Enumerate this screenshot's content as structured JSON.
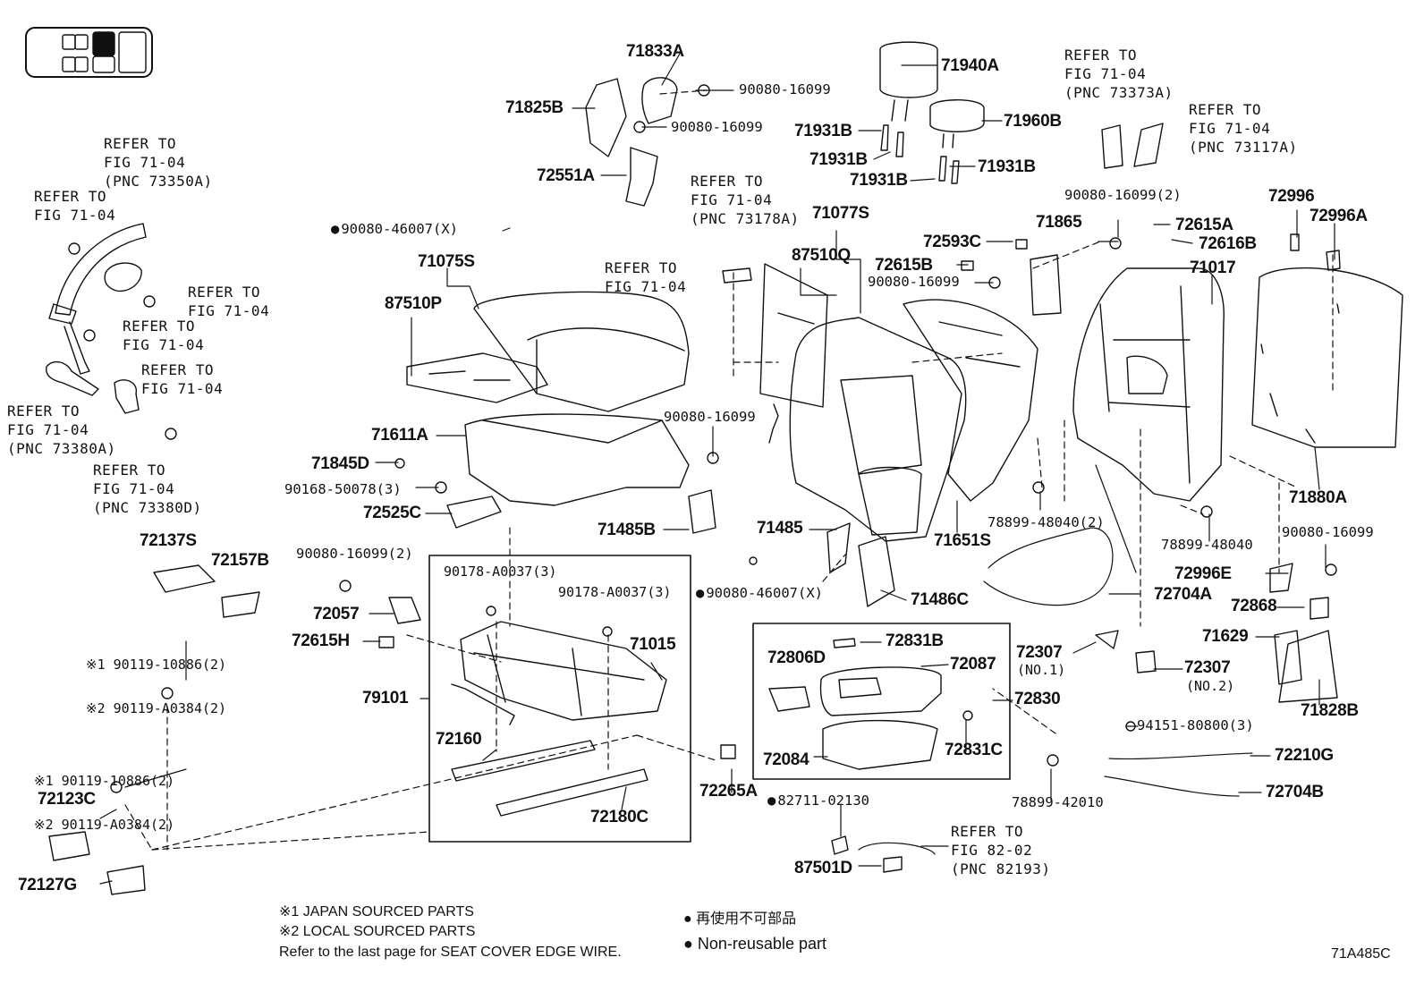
{
  "diagram": {
    "code": "71A485C",
    "callouts": [
      {
        "id": "c1",
        "text": "71833A",
        "pn": true
      },
      {
        "id": "c2",
        "text": "90080-16099"
      },
      {
        "id": "c3",
        "text": "71825B",
        "pn": true
      },
      {
        "id": "c4",
        "text": "90080-16099"
      },
      {
        "id": "c5",
        "text": "72551A",
        "pn": true
      },
      {
        "id": "c6",
        "text": "71940A",
        "pn": true
      },
      {
        "id": "c7",
        "text": "71960B",
        "pn": true
      },
      {
        "id": "c8",
        "text": "71931B",
        "pn": true
      },
      {
        "id": "c9",
        "text": "71931B",
        "pn": true
      },
      {
        "id": "c10",
        "text": "71931B",
        "pn": true
      },
      {
        "id": "c11",
        "text": "71931B",
        "pn": true
      },
      {
        "id": "c12",
        "text": "90080-46007(X)"
      },
      {
        "id": "c13",
        "text": "71075S",
        "pn": true
      },
      {
        "id": "c14",
        "text": "87510P",
        "pn": true
      },
      {
        "id": "c15",
        "text": "71077S",
        "pn": true
      },
      {
        "id": "c16",
        "text": "87510Q",
        "pn": true
      },
      {
        "id": "c17",
        "text": "72593C",
        "pn": true
      },
      {
        "id": "c18",
        "text": "71865",
        "pn": true
      },
      {
        "id": "c19",
        "text": "72615B",
        "pn": true
      },
      {
        "id": "c20",
        "text": "90080-16099"
      },
      {
        "id": "c21",
        "text": "90080-16099(2)"
      },
      {
        "id": "c22",
        "text": "72615A",
        "pn": true
      },
      {
        "id": "c23",
        "text": "72616B",
        "pn": true
      },
      {
        "id": "c24",
        "text": "71017",
        "pn": true
      },
      {
        "id": "c25",
        "text": "72996",
        "pn": true
      },
      {
        "id": "c26",
        "text": "72996A",
        "pn": true
      },
      {
        "id": "c27",
        "text": "71611A",
        "pn": true
      },
      {
        "id": "c28",
        "text": "90080-16099"
      },
      {
        "id": "c29",
        "text": "71845D",
        "pn": true
      },
      {
        "id": "c30",
        "text": "90168-50078(3)"
      },
      {
        "id": "c31",
        "text": "72525C",
        "pn": true
      },
      {
        "id": "c32",
        "text": "71485B",
        "pn": true
      },
      {
        "id": "c33",
        "text": "71485",
        "pn": true
      },
      {
        "id": "c34",
        "text": "71651S",
        "pn": true
      },
      {
        "id": "c35",
        "text": "78899-48040(2)"
      },
      {
        "id": "c36",
        "text": "78899-48040"
      },
      {
        "id": "c37",
        "text": "71880A",
        "pn": true
      },
      {
        "id": "c38",
        "text": "90080-16099"
      },
      {
        "id": "c39",
        "text": "72137S",
        "pn": true
      },
      {
        "id": "c40",
        "text": "72157B",
        "pn": true
      },
      {
        "id": "c41",
        "text": "90080-16099(2)"
      },
      {
        "id": "c42",
        "text": "90178-A0037(3)"
      },
      {
        "id": "c43",
        "text": "90178-A0037(3)"
      },
      {
        "id": "c44",
        "text": "90080-46007(X)"
      },
      {
        "id": "c45",
        "text": "71486C",
        "pn": true
      },
      {
        "id": "c46",
        "text": "72704A",
        "pn": true
      },
      {
        "id": "c47",
        "text": "72996E",
        "pn": true
      },
      {
        "id": "c48",
        "text": "72868",
        "pn": true
      },
      {
        "id": "c49",
        "text": "72057",
        "pn": true
      },
      {
        "id": "c50",
        "text": "72615H",
        "pn": true
      },
      {
        "id": "c51",
        "text": "71015",
        "pn": true
      },
      {
        "id": "c52",
        "text": "72831B",
        "pn": true
      },
      {
        "id": "c53",
        "text": "72806D",
        "pn": true
      },
      {
        "id": "c54",
        "text": "72087",
        "pn": true
      },
      {
        "id": "c55",
        "text": "72307",
        "pn": true
      },
      {
        "id": "c56",
        "text": "(NO.1)"
      },
      {
        "id": "c57",
        "text": "72307",
        "pn": true
      },
      {
        "id": "c58",
        "text": "(NO.2)"
      },
      {
        "id": "c59",
        "text": "71629",
        "pn": true
      },
      {
        "id": "c60",
        "text": "71828B",
        "pn": true
      },
      {
        "id": "c61",
        "text": "79101",
        "pn": true
      },
      {
        "id": "c62",
        "text": "72830",
        "pn": true
      },
      {
        "id": "c63",
        "text": "94151-80800(3)"
      },
      {
        "id": "c64",
        "text": "72160",
        "pn": true
      },
      {
        "id": "c65",
        "text": "72084",
        "pn": true
      },
      {
        "id": "c66",
        "text": "72831C",
        "pn": true
      },
      {
        "id": "c67",
        "text": "72210G",
        "pn": true
      },
      {
        "id": "c68",
        "text": "72704B",
        "pn": true
      },
      {
        "id": "c69",
        "text": "72265A",
        "pn": true
      },
      {
        "id": "c70",
        "text": "72180C",
        "pn": true
      },
      {
        "id": "c71",
        "text": "78899-42010"
      },
      {
        "id": "c72",
        "text": "82711-02130"
      },
      {
        "id": "c73",
        "text": "87501D",
        "pn": true
      },
      {
        "id": "c74",
        "text": "72123C",
        "pn": true
      },
      {
        "id": "c75",
        "text": "72127G",
        "pn": true
      }
    ],
    "symbol_callouts": [
      {
        "id": "s1",
        "line1": "※1 90119-10886(2)",
        "line2": "※2 90119-A0384(2)"
      },
      {
        "id": "s2",
        "line1": "※1 90119-10886(2)",
        "line2": "※2 90119-A0384(2)"
      }
    ],
    "references": [
      {
        "id": "r1",
        "lines": [
          "REFER TO",
          "FIG 71-04",
          "(PNC 73350A)"
        ]
      },
      {
        "id": "r2",
        "lines": [
          "REFER TO",
          "FIG 71-04"
        ]
      },
      {
        "id": "r3",
        "lines": [
          "REFER TO",
          "FIG 71-04"
        ]
      },
      {
        "id": "r4",
        "lines": [
          "REFER TO",
          "FIG 71-04"
        ]
      },
      {
        "id": "r5",
        "lines": [
          "REFER TO",
          "FIG 71-04"
        ]
      },
      {
        "id": "r6",
        "lines": [
          "REFER TO",
          "FIG 71-04",
          "(PNC 73380A)"
        ]
      },
      {
        "id": "r7",
        "lines": [
          "REFER TO",
          "FIG 71-04",
          "(PNC 73380D)"
        ]
      },
      {
        "id": "r8",
        "lines": [
          "REFER TO",
          "FIG 71-04",
          "(PNC 73178A)"
        ]
      },
      {
        "id": "r9",
        "lines": [
          "REFER TO",
          "FIG 71-04"
        ]
      },
      {
        "id": "r10",
        "lines": [
          "REFER TO",
          "FIG 71-04",
          "(PNC 73373A)"
        ]
      },
      {
        "id": "r11",
        "lines": [
          "REFER TO",
          "FIG 71-04",
          "(PNC 73117A)"
        ]
      },
      {
        "id": "r12",
        "lines": [
          "REFER TO",
          "FIG 82-02",
          "(PNC 82193)"
        ]
      }
    ],
    "legend": {
      "japan": "※1 JAPAN SOURCED PARTS",
      "local": "※2 LOCAL SOURCED PARTS",
      "footnote": "Refer to the last page for SEAT COVER EDGE WIRE.",
      "nonreusable_jp": "再使用不可部品",
      "nonreusable_en": "Non-reusable part"
    },
    "nonreusable_marked": [
      "c12",
      "c44",
      "c72"
    ],
    "colors": {
      "ink": "#111111",
      "background": "#ffffff"
    }
  }
}
